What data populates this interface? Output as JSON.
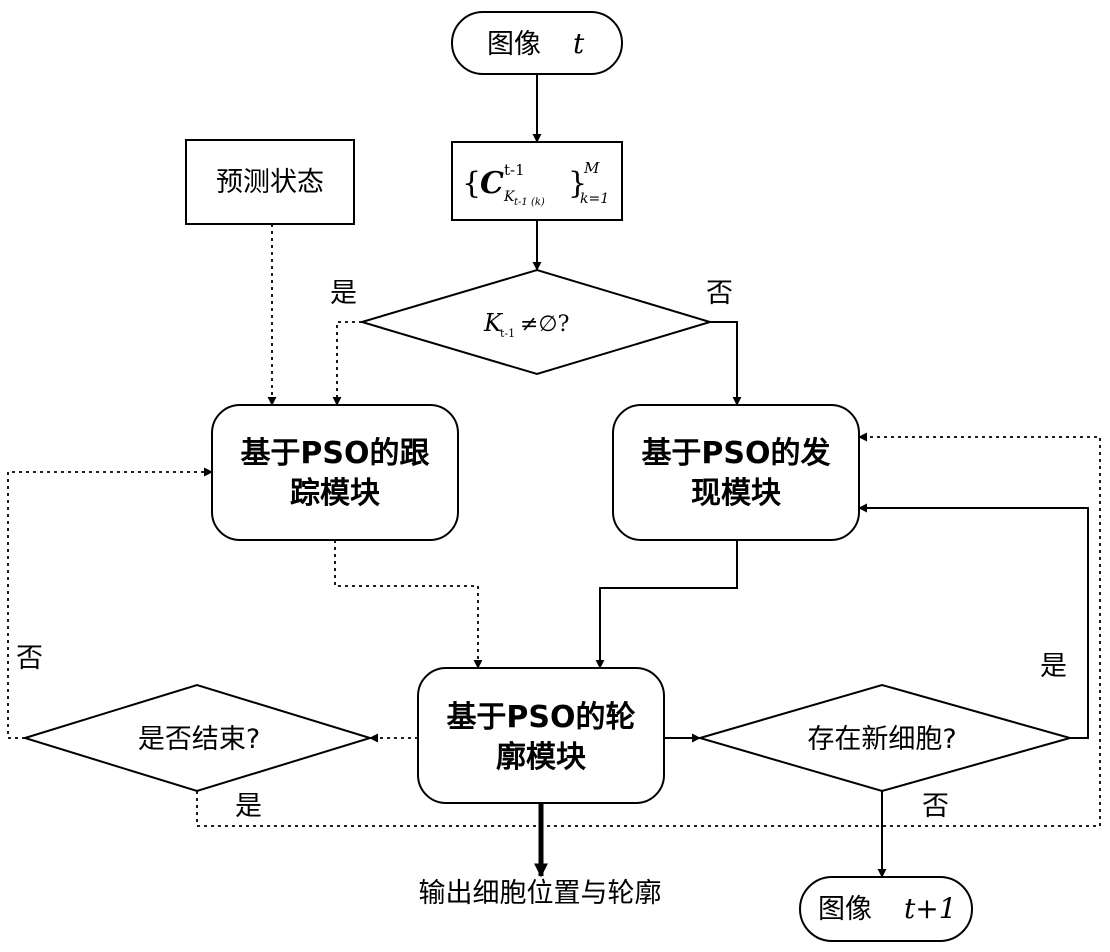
{
  "start": {
    "label": "图像",
    "var": "t"
  },
  "end": {
    "label": "图像",
    "var": "t+1"
  },
  "predict_box": {
    "label": "预测状态"
  },
  "set_box": {
    "C": "C",
    "sup": "t-1",
    "sub": "K",
    "subsub": "t-1 (k)",
    "sup_m": "M",
    "sub_k": "k=1"
  },
  "decision_k": {
    "K": "K",
    "sub": "t-1",
    "rest": "≠∅?"
  },
  "track_module": {
    "line1": "基于PSO的跟",
    "line2": "踪模块"
  },
  "discover_module": {
    "line1": "基于PSO的发",
    "line2": "现模块"
  },
  "contour_module": {
    "line1": "基于PSO的轮",
    "line2": "廓模块"
  },
  "decision_end": {
    "label": "是否结束?"
  },
  "decision_new": {
    "label": "存在新细胞?"
  },
  "output": {
    "label": "输出细胞位置与轮廓"
  },
  "edge_labels": {
    "yes_top": "是",
    "no_top": "否",
    "no_left": "否",
    "yes_bottom": "是",
    "yes_right": "是",
    "no_right": "否"
  }
}
